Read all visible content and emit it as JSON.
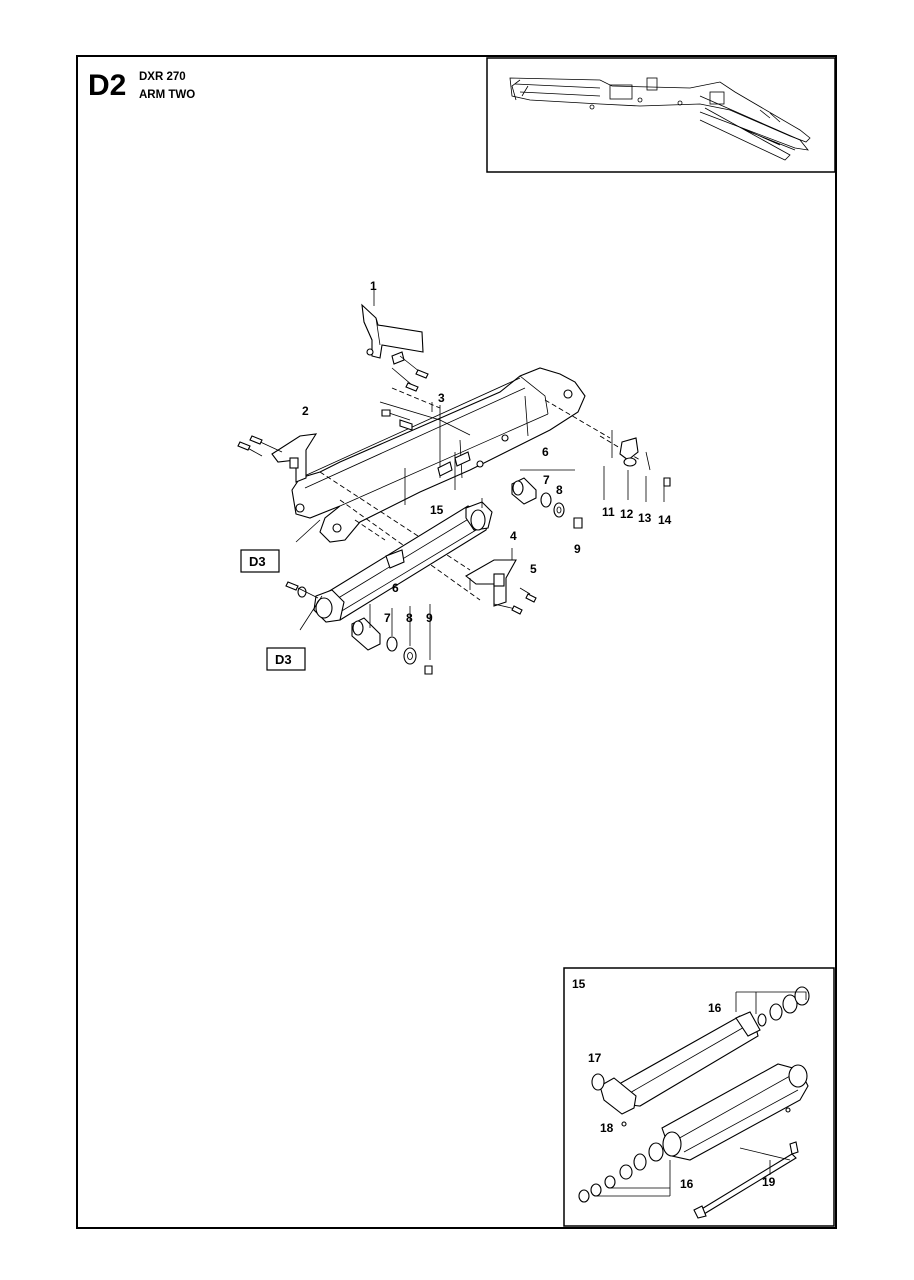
{
  "header": {
    "section_code": "D2",
    "model": "DXR 270",
    "title": "ARM TWO"
  },
  "main_diagram": {
    "part_labels": {
      "p1": "1",
      "p2": "2",
      "p3": "3",
      "p4": "4",
      "p5": "5",
      "p6a": "6",
      "p6b": "6",
      "p7a": "7",
      "p7b": "7",
      "p8a": "8",
      "p8b": "8",
      "p9a": "9",
      "p9b": "9",
      "p11": "11",
      "p12": "12",
      "p13": "13",
      "p14": "14",
      "p15": "15"
    },
    "cross_refs": [
      "D3",
      "D3"
    ]
  },
  "detail_inset": {
    "title": "15",
    "part_labels": {
      "p16a": "16",
      "p16b": "16",
      "p17": "17",
      "p18": "18",
      "p19": "19"
    }
  }
}
